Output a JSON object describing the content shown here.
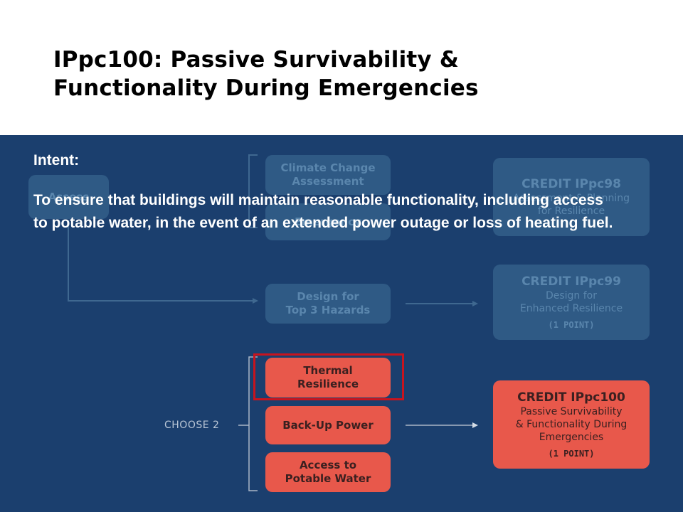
{
  "slide": {
    "title_line1": "IPpc100: Passive Survivability &",
    "title_line2": "Functionality During Emergencies"
  },
  "intent": {
    "heading": "Intent:",
    "body": "To ensure that buildings will maintain reasonable functionality, including access to potable water, in the event of an extended power outage or loss of heating fuel."
  },
  "diagram": {
    "assess_label": "Assess",
    "assessment_steps": [
      {
        "line1": "Climate Change",
        "line2": "Assessment"
      },
      {
        "line1": "Emergency",
        "line2": ""
      }
    ],
    "design_step": {
      "line1": "Design for",
      "line2": "Top 3 Hazards"
    },
    "choose_label": "CHOOSE 2",
    "options": [
      {
        "line1": "Thermal",
        "line2": "Resilience"
      },
      {
        "line1": "Back-Up Power",
        "line2": ""
      },
      {
        "line1": "Access to",
        "line2": "Potable Water"
      }
    ],
    "credits": [
      {
        "title": "CREDIT IPpc98",
        "sub1": "Assessment & Planning",
        "sub2": "for Resilience",
        "points": ""
      },
      {
        "title": "CREDIT IPpc99",
        "sub1": "Design for",
        "sub2": "Enhanced Resilience",
        "points": "(1 POINT)"
      },
      {
        "title": "CREDIT IPpc100",
        "sub1": "Passive Survivability",
        "sub2": "& Functionality During",
        "sub3": "Emergencies",
        "points": "(1 POINT)"
      }
    ],
    "colors": {
      "panel": "#1b3f6e",
      "faded_box": "#2f5a85",
      "active_box": "#e8584b",
      "highlight": "#c8141e"
    }
  }
}
